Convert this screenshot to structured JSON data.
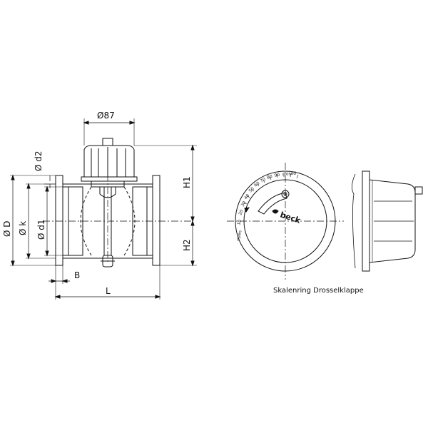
{
  "dimensions": {
    "d87": "Ø87",
    "d2": "Ø d2",
    "dD": "Ø D",
    "dk": "Ø k",
    "d1": "Ø d1",
    "h1": "H1",
    "h2": "H2",
    "b": "B",
    "l": "L"
  },
  "dial": {
    "logo": "beck",
    "scale": [
      "open",
      "10",
      "20",
      "30",
      "40",
      "50",
      "60",
      "70",
      "80",
      "90",
      "closed"
    ]
  },
  "caption": "Skalenring Drosselklappe",
  "colors": {
    "line": "#111111",
    "fill": "#ffffff"
  }
}
